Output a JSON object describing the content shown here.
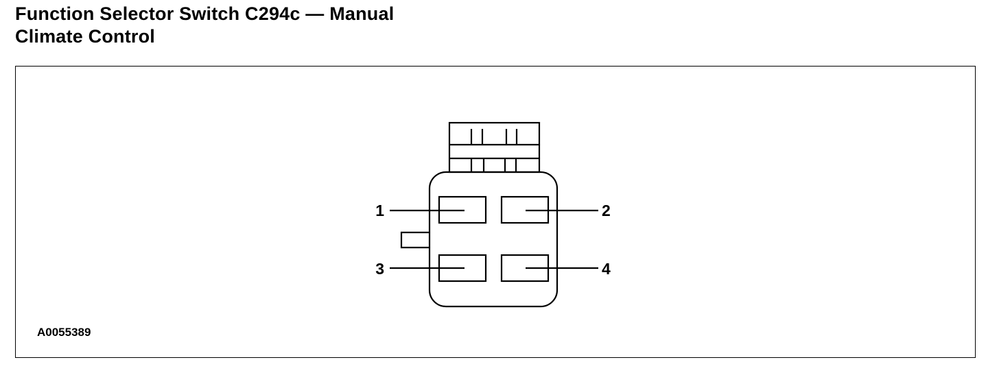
{
  "title": {
    "line1": "Function Selector Switch C294c — Manual",
    "line2": "Climate Control"
  },
  "diagram": {
    "component": "connector-face",
    "pins": [
      {
        "number": "1"
      },
      {
        "number": "2"
      },
      {
        "number": "3"
      },
      {
        "number": "4"
      }
    ]
  },
  "figure_id": "A0055389"
}
